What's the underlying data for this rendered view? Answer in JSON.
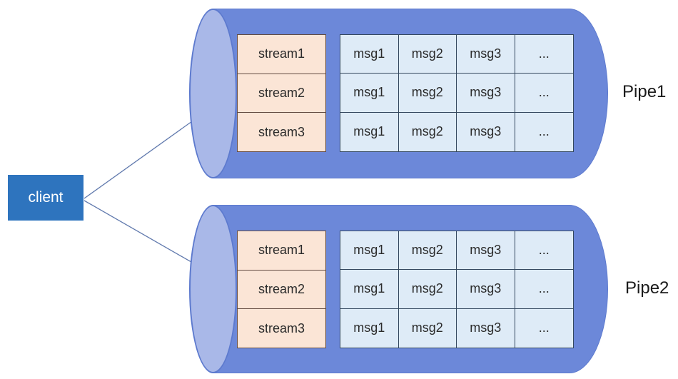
{
  "client": {
    "label": "client"
  },
  "pipes": [
    {
      "label": "Pipe1",
      "streams": [
        "stream1",
        "stream2",
        "stream3"
      ],
      "grid": [
        [
          "msg1",
          "msg2",
          "msg3",
          "..."
        ],
        [
          "msg1",
          "msg2",
          "msg3",
          "..."
        ],
        [
          "msg1",
          "msg2",
          "msg3",
          "..."
        ]
      ]
    },
    {
      "label": "Pipe2",
      "streams": [
        "stream1",
        "stream2",
        "stream3"
      ],
      "grid": [
        [
          "msg1",
          "msg2",
          "msg3",
          "..."
        ],
        [
          "msg1",
          "msg2",
          "msg3",
          "..."
        ],
        [
          "msg1",
          "msg2",
          "msg3",
          "..."
        ]
      ]
    }
  ],
  "colors": {
    "client_fill": "#2E74BE",
    "pipe_body": "#6C88D9",
    "pipe_cap": "#A9B8E8",
    "pipe_edge": "#5D7ACE",
    "stream_fill": "#FBE5D6",
    "stream_border": "#634B41",
    "msg_fill": "#DEEBF7",
    "msg_border": "#33475E",
    "arrow": "#6079AD",
    "arrow_head": "#4F74C0"
  }
}
